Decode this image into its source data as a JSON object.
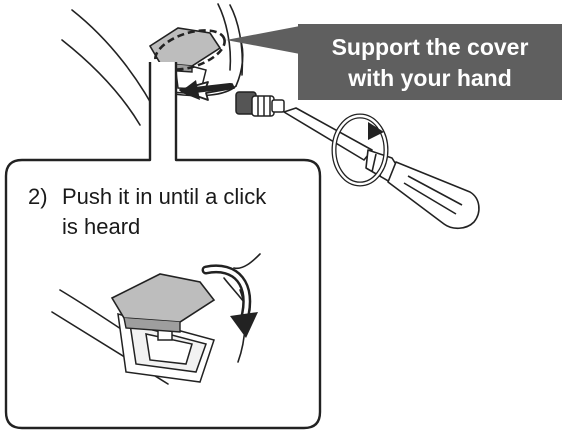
{
  "callout": {
    "line1": "Support the cover",
    "line2": "with your hand",
    "background_color": "#5f5f5f"
  },
  "step": {
    "number": "2)",
    "line1": "Push it in until a click",
    "line2": "is heard"
  },
  "colors": {
    "cover_gray": "#bdbdbd",
    "outline": "#222222"
  }
}
